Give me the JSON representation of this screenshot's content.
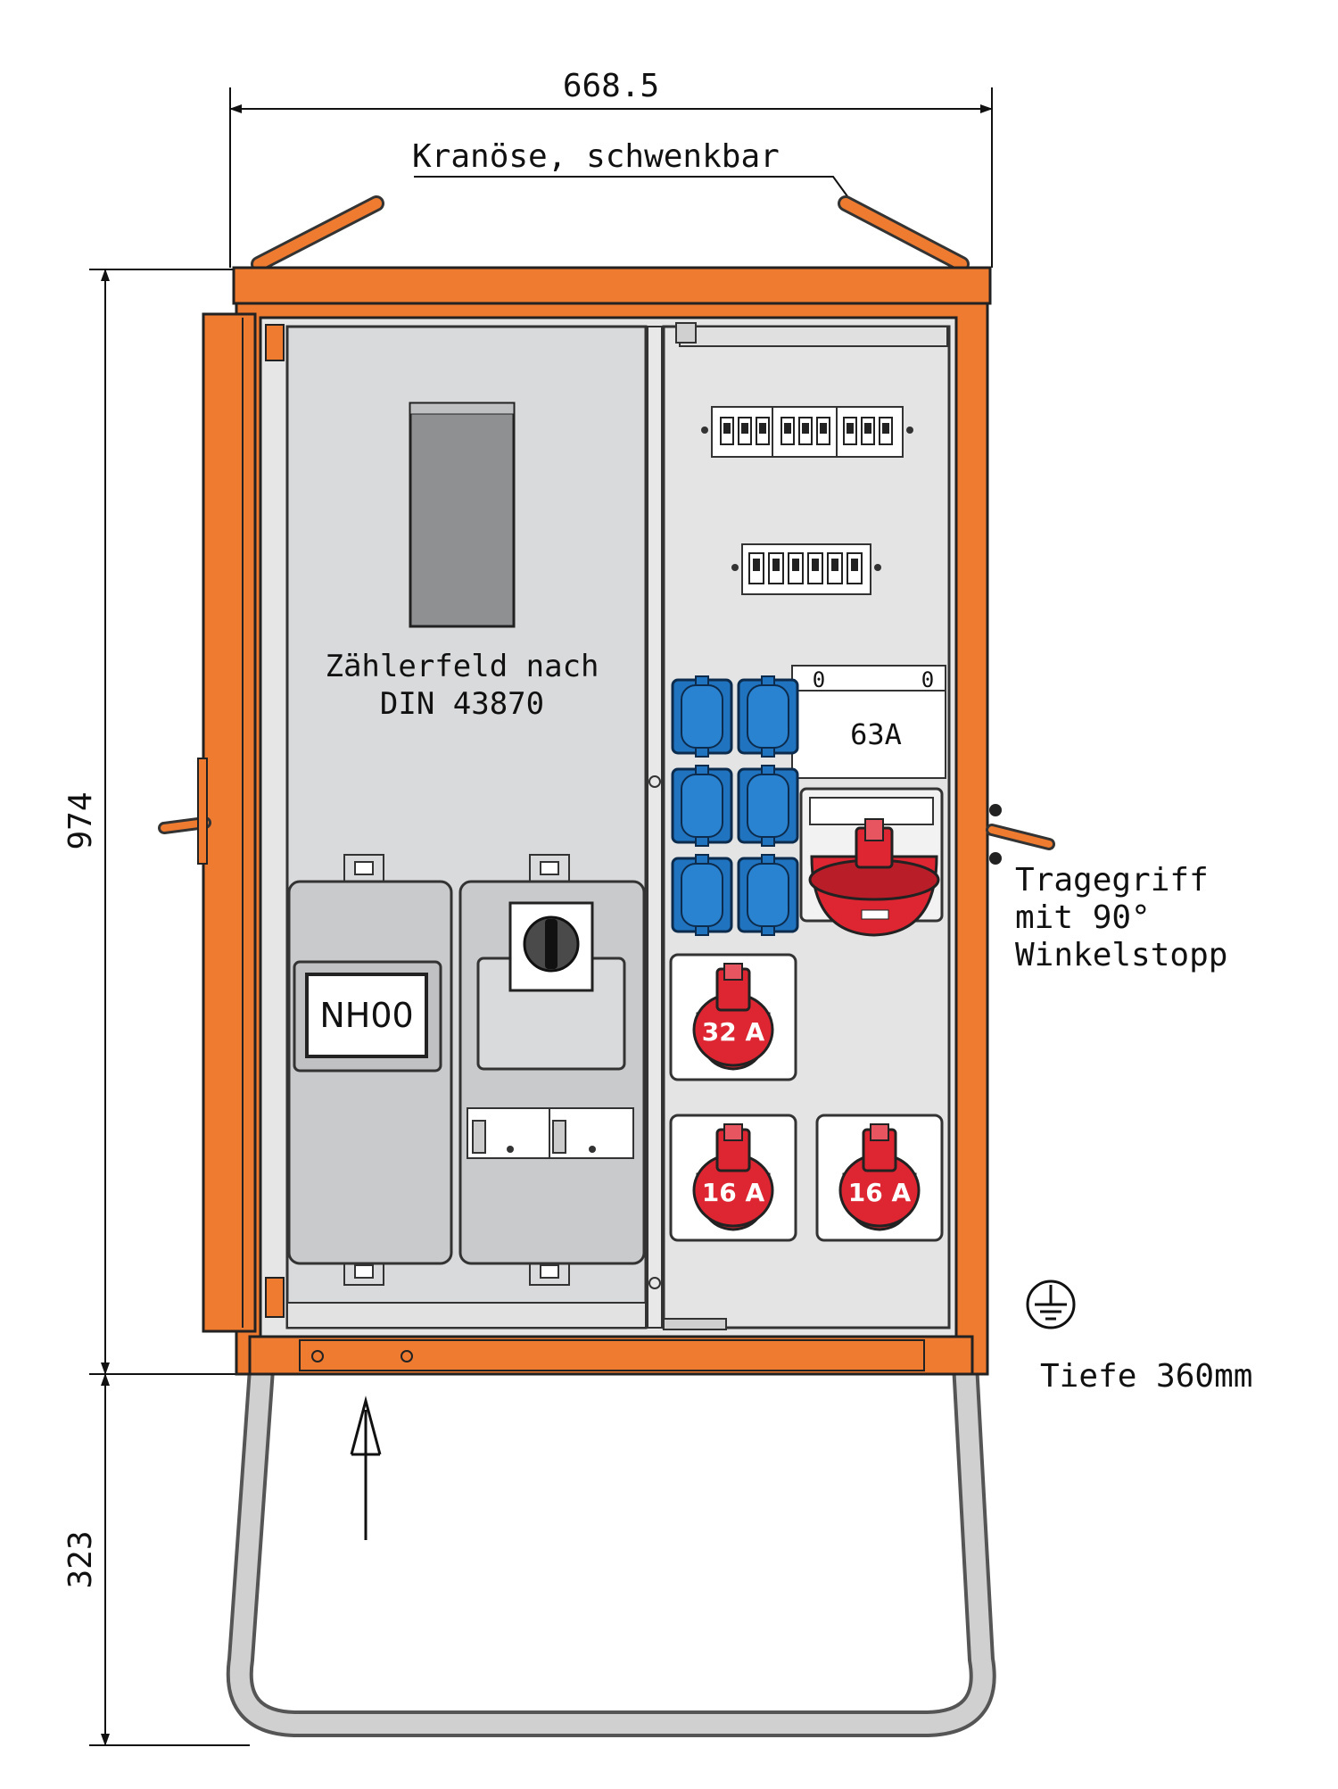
{
  "dimensions": {
    "width": "668.5",
    "height_cabinet": "974",
    "height_stand": "323"
  },
  "annotations": {
    "crane_eye": "Kranöse, schwenkbar",
    "handle_line1": "Tragegriff",
    "handle_line2": "mit  90°",
    "handle_line3": "Winkelstopp",
    "depth": "Tiefe  360mm"
  },
  "meter_field": {
    "line1": "Zählerfeld nach",
    "line2": "DIN 43870"
  },
  "fuse_label": "NH00",
  "main_switch": {
    "mark_left": "0",
    "mark_right": "0",
    "rating": "63A"
  },
  "cee_sockets": {
    "s1": "32 A",
    "s2": "16 A",
    "s3": "16 A"
  },
  "colors": {
    "housing_orange": "#ee7b30",
    "panel_gray": "#d9dadb",
    "schuko_blue": "#1f73bf",
    "cee_red": "#dd2632"
  }
}
